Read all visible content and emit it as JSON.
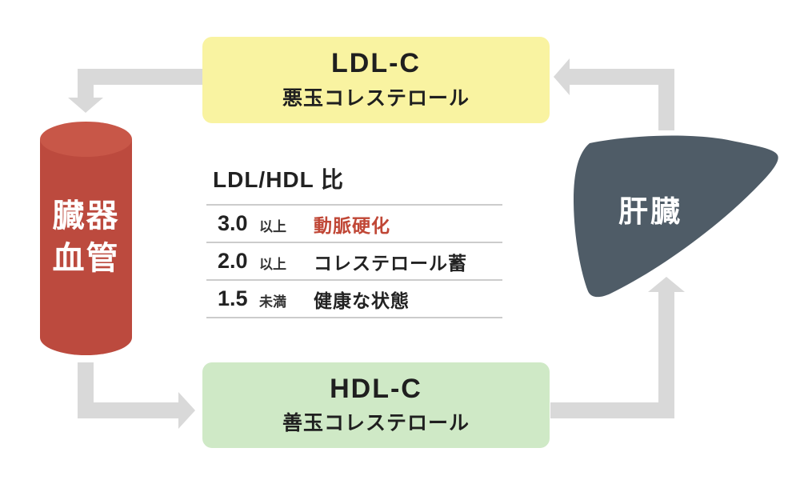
{
  "colors": {
    "arrow": "#d9d9d9",
    "ldl_box_bg": "#f9f3a1",
    "hdl_box_bg": "#cfe9c6",
    "organ_body": "#bc4a3e",
    "organ_top": "#c85748",
    "liver": "#4f5c67",
    "alert_text": "#c04736",
    "table_line": "#cccccc"
  },
  "ldl_box": {
    "title": "LDL-C",
    "subtitle": "悪玉コレステロール"
  },
  "hdl_box": {
    "title": "HDL-C",
    "subtitle": "善玉コレステロール"
  },
  "organ": {
    "label_line1": "臓器",
    "label_line2": "血管"
  },
  "liver": {
    "label": "肝臓"
  },
  "table": {
    "header": "LDL/HDL 比",
    "rows": [
      {
        "value": "3.0",
        "qualifier": "以上",
        "result": "動脈硬化",
        "result_color": "#c04736"
      },
      {
        "value": "2.0",
        "qualifier": "以上",
        "result": "コレステロール蓄",
        "result_color": "#222222"
      },
      {
        "value": "1.5",
        "qualifier": "未満",
        "result": "健康な状態",
        "result_color": "#222222"
      }
    ]
  }
}
